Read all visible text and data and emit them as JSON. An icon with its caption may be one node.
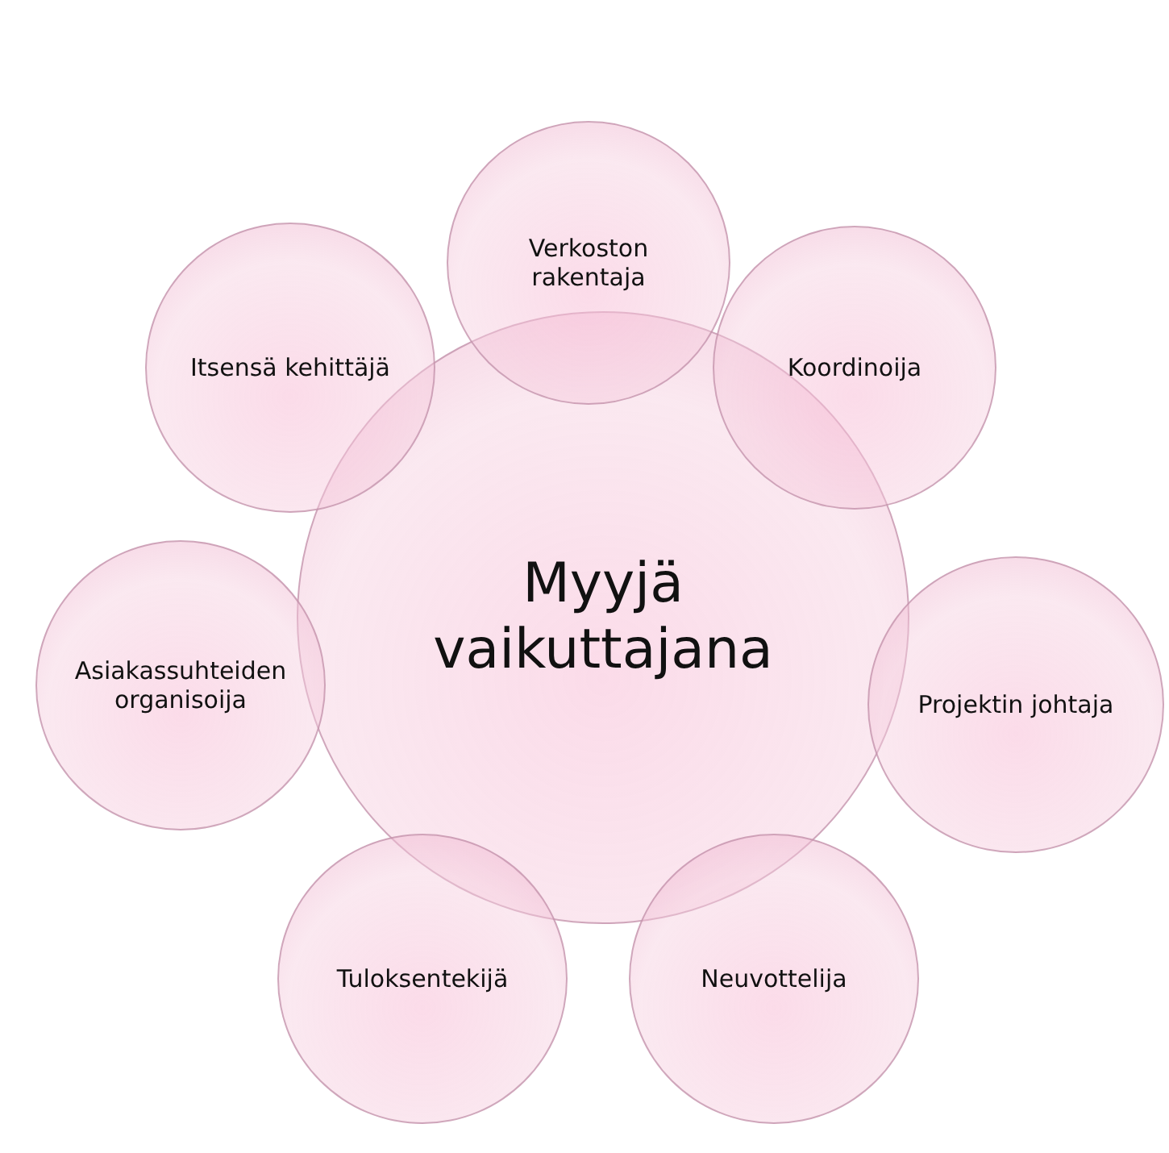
{
  "diagram": {
    "nodes": [
      {
        "text": [
          "Myyjä vaikuttajana"
        ]
      },
      {
        "text": [
          "Verkoston rakentaja"
        ]
      },
      {
        "text": [
          "Koordinoija"
        ]
      },
      {
        "text": [
          "Projektin johtaja"
        ]
      },
      {
        "text": [
          "Neuvottelija"
        ]
      },
      {
        "text": [
          "Tuloksentekijä"
        ]
      },
      {
        "text": [
          "Asiakassuhteiden organisoija"
        ]
      },
      {
        "text": [
          "Itsensä kehittäjä"
        ]
      }
    ]
  }
}
